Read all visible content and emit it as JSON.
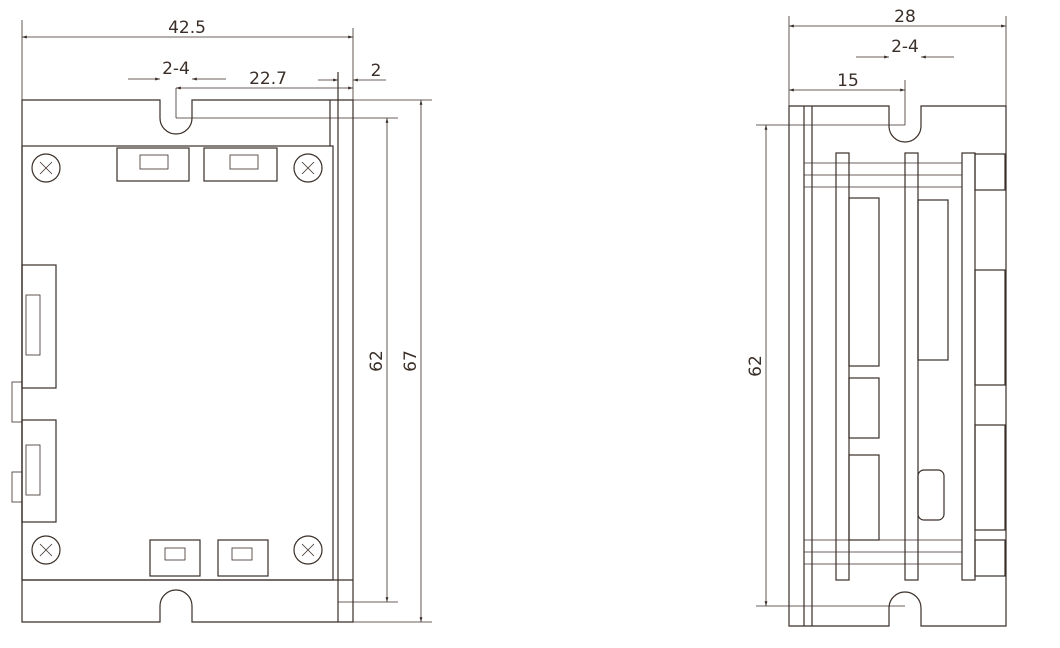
{
  "front_view": {
    "dimensions": {
      "width_total": "42.5",
      "slot_width": "2-4",
      "slot_offset": "22.7",
      "flange": "2",
      "height_inner": "62",
      "height_total": "67"
    }
  },
  "side_view": {
    "dimensions": {
      "depth_total": "28",
      "slot_width": "2-4",
      "slot_offset": "15",
      "height_inner": "62"
    }
  },
  "colors": {
    "line": "#3a2e28",
    "background": "#ffffff"
  }
}
